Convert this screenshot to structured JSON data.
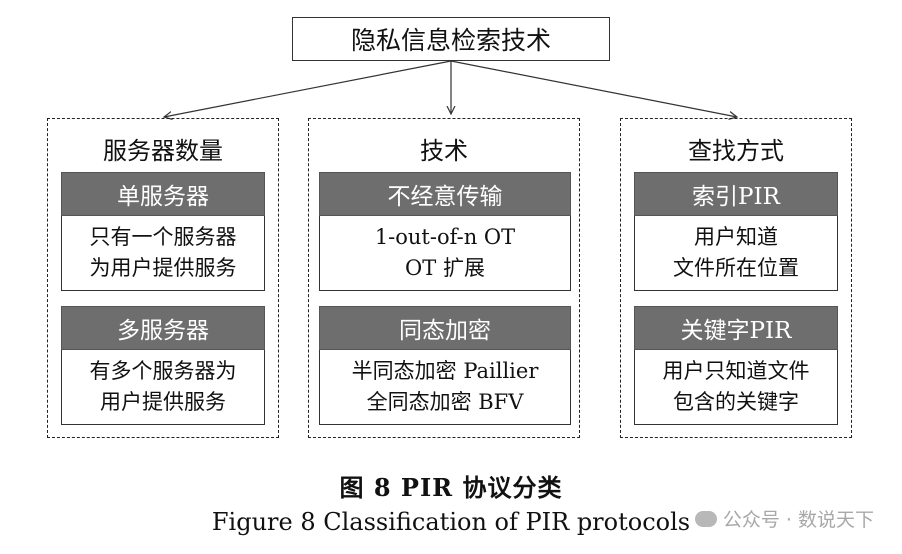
{
  "root": {
    "label": "隐私信息检索技术"
  },
  "groups": [
    {
      "title": "服务器数量",
      "cards": [
        {
          "head": "单服务器",
          "lines": [
            "只有一个服务器",
            "为用户提供服务"
          ]
        },
        {
          "head": "多服务器",
          "lines": [
            "有多个服务器为",
            "用户提供服务"
          ]
        }
      ]
    },
    {
      "title": "技术",
      "cards": [
        {
          "head": "不经意传输",
          "lines": [
            "1-out-of-n OT",
            "OT 扩展"
          ]
        },
        {
          "head": "同态加密",
          "lines": [
            "半同态加密 Paillier",
            "全同态加密 BFV"
          ]
        }
      ]
    },
    {
      "title": "查找方式",
      "cards": [
        {
          "head": "索引PIR",
          "lines": [
            "用户知道",
            "文件所在位置"
          ]
        },
        {
          "head": "关键字PIR",
          "lines": [
            "用户只知道文件",
            "包含的关键字"
          ]
        }
      ]
    }
  ],
  "caption": {
    "cn": "图 8 PIR 协议分类",
    "en": "Figure 8  Classification of PIR protocols"
  },
  "watermark": {
    "text": "公众号 · 数说天下"
  }
}
